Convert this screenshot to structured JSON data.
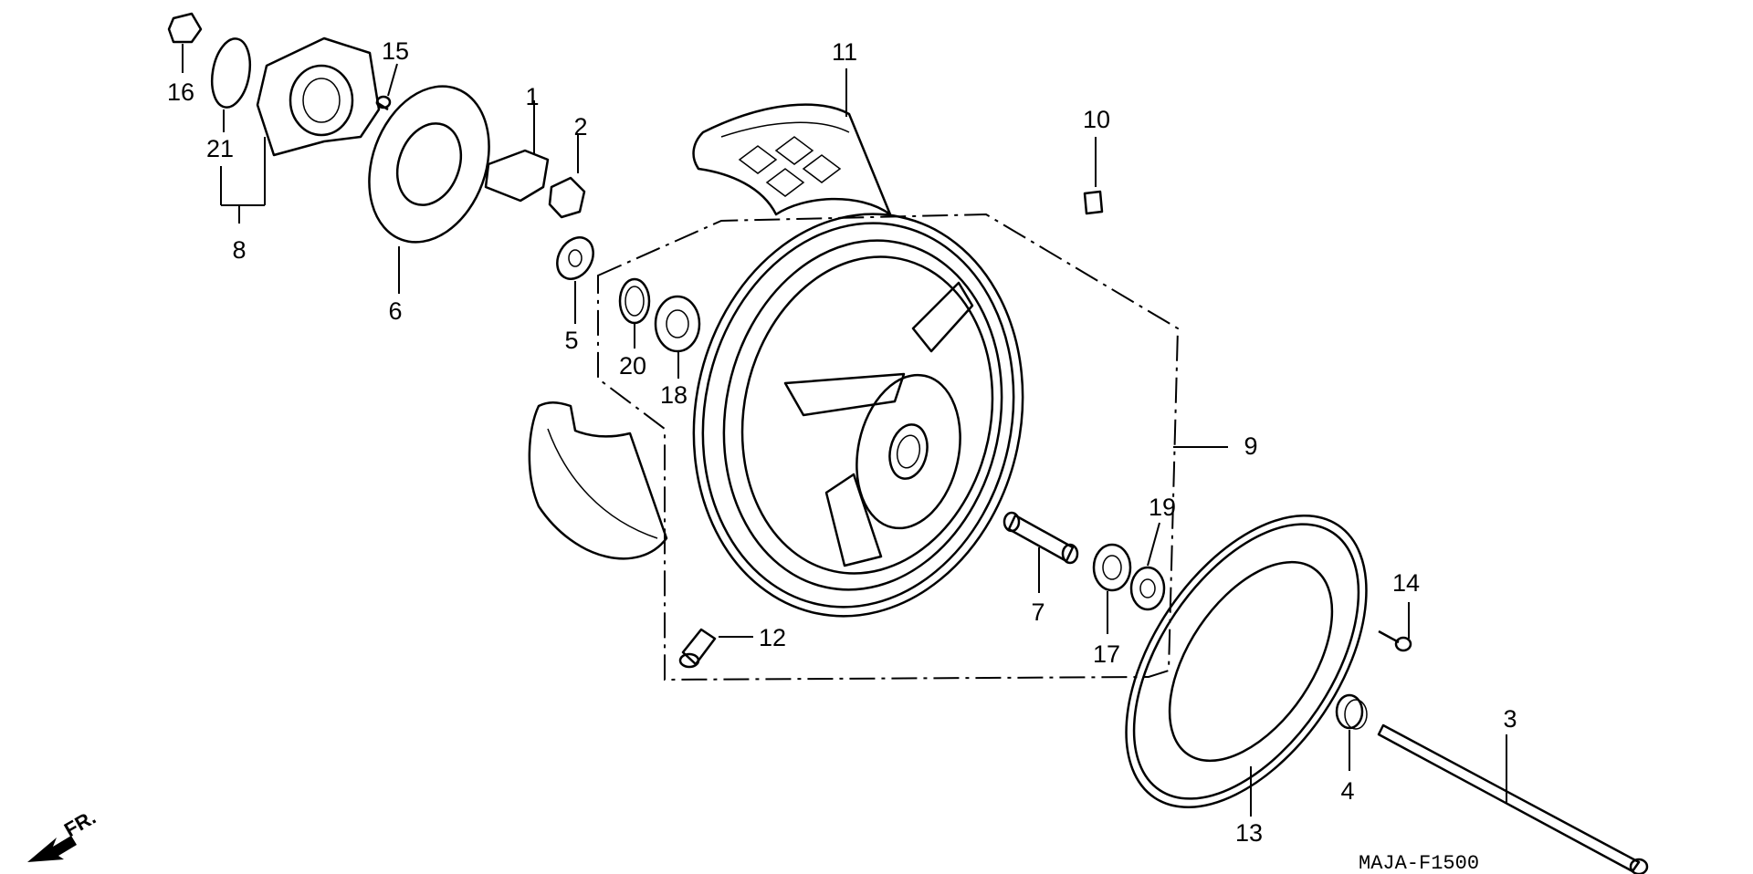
{
  "diagram": {
    "drawing_code": "MAJA-F1500",
    "direction_label": "FR.",
    "callouts": [
      {
        "id": "c1",
        "text": "1"
      },
      {
        "id": "c2",
        "text": "2"
      },
      {
        "id": "c3",
        "text": "3"
      },
      {
        "id": "c4",
        "text": "4"
      },
      {
        "id": "c5",
        "text": "5"
      },
      {
        "id": "c6",
        "text": "6"
      },
      {
        "id": "c7",
        "text": "7"
      },
      {
        "id": "c8",
        "text": "8"
      },
      {
        "id": "c9",
        "text": "9"
      },
      {
        "id": "c10",
        "text": "10"
      },
      {
        "id": "c11",
        "text": "11"
      },
      {
        "id": "c12",
        "text": "12"
      },
      {
        "id": "c13",
        "text": "13"
      },
      {
        "id": "c14",
        "text": "14"
      },
      {
        "id": "c15",
        "text": "15"
      },
      {
        "id": "c16",
        "text": "16"
      },
      {
        "id": "c17",
        "text": "17"
      },
      {
        "id": "c18",
        "text": "18"
      },
      {
        "id": "c19",
        "text": "19"
      },
      {
        "id": "c20",
        "text": "20"
      },
      {
        "id": "c21",
        "text": "21"
      }
    ]
  }
}
